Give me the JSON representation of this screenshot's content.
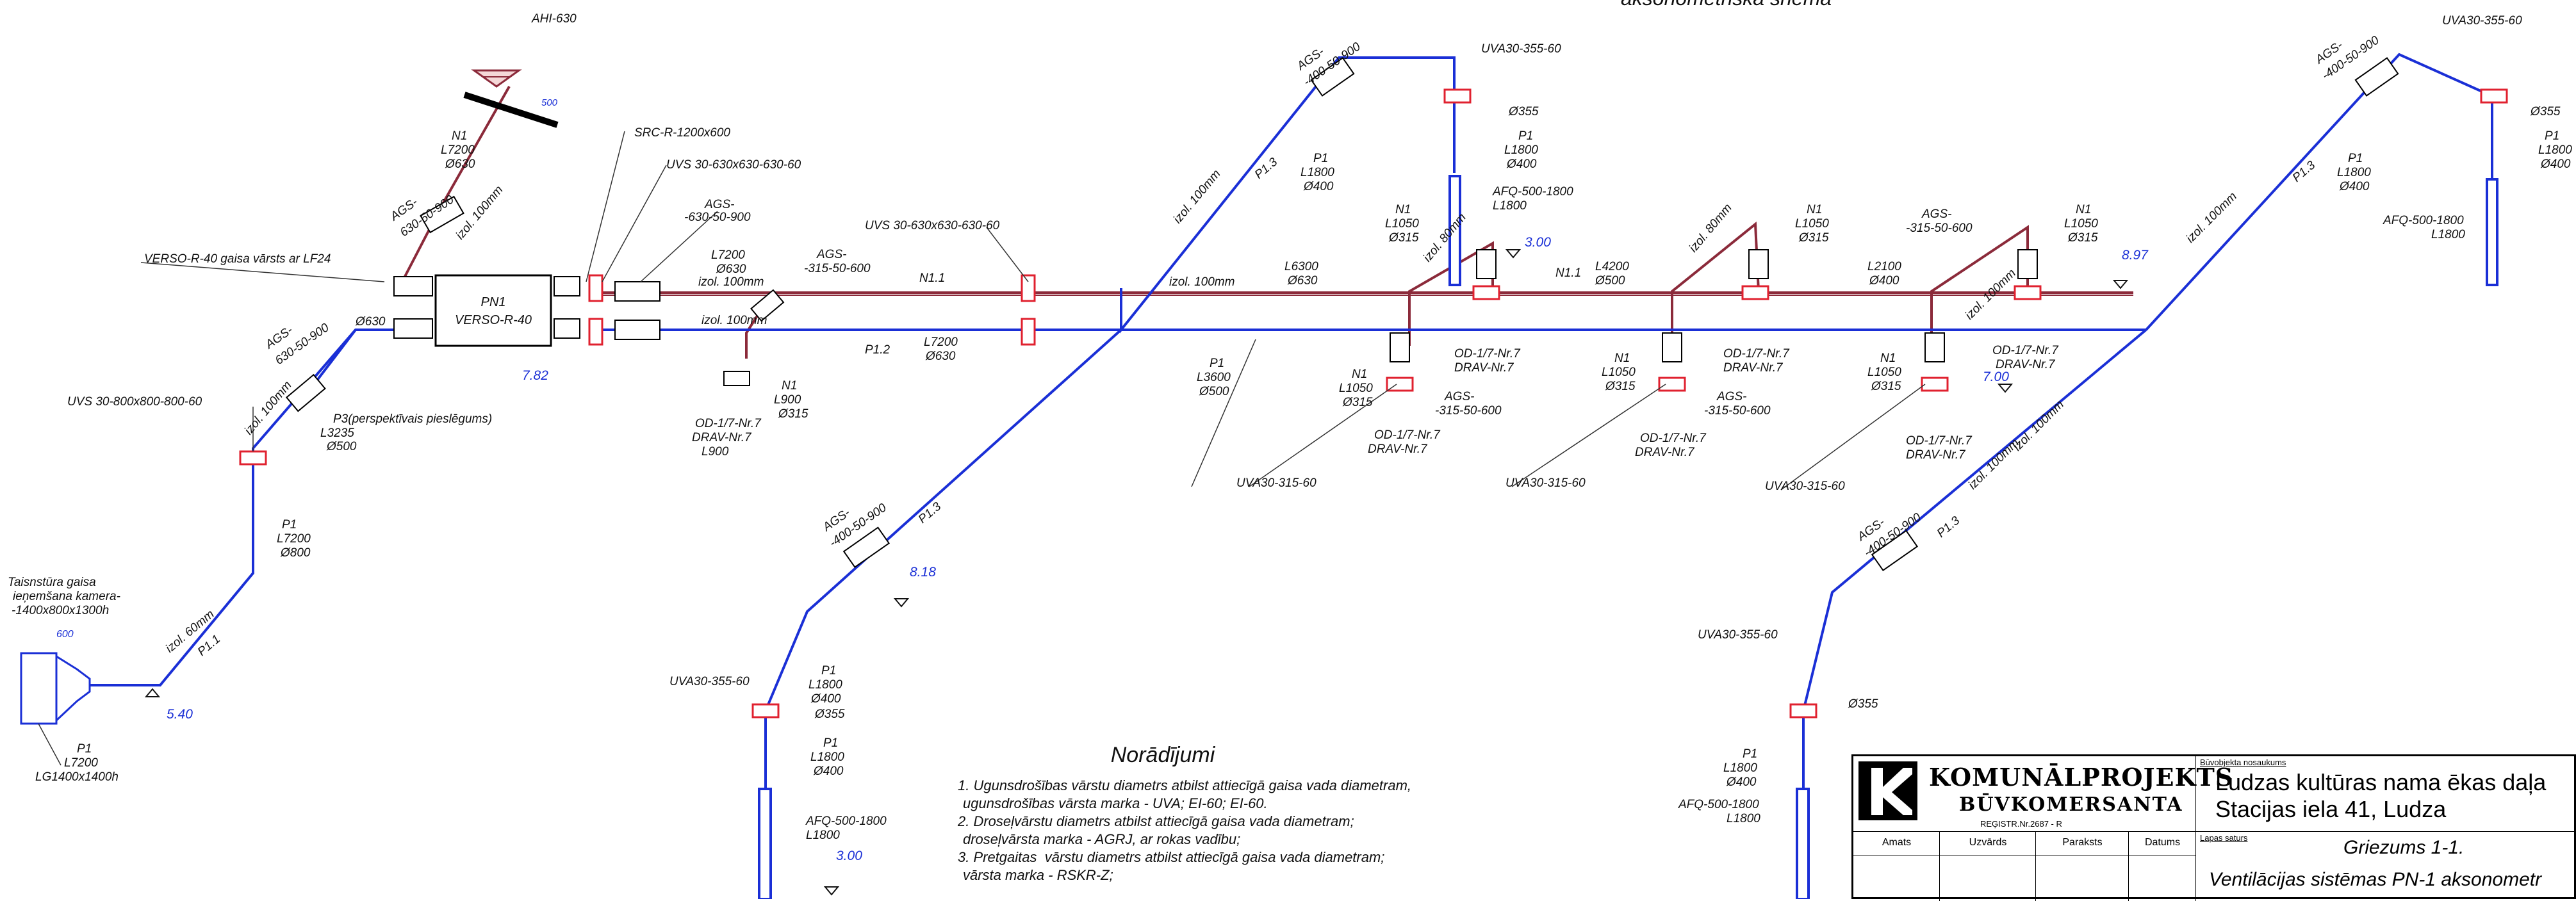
{
  "header": {
    "scheme_title": "aksonometriskā shēma"
  },
  "equipment": {
    "unit_name": "PN1",
    "unit_model": "VERSO-R-40"
  },
  "labels": [
    {
      "id": "ahi",
      "text": "AHI-630"
    },
    {
      "id": "ahi_dim",
      "text": "500"
    },
    {
      "id": "n1a",
      "text": "N1"
    },
    {
      "id": "n1a_l",
      "text": "L7200"
    },
    {
      "id": "n1a_d",
      "text": "Ø630"
    },
    {
      "id": "src",
      "text": "SRC-R-1200x600"
    },
    {
      "id": "uvs1",
      "text": "UVS 30-630x630-630-60"
    },
    {
      "id": "ags_a",
      "text": "AGS-"
    },
    {
      "id": "ags_a2",
      "text": "-630-50-900"
    },
    {
      "id": "ags_v1",
      "text": "AGS-"
    },
    {
      "id": "ags_v1b",
      "text": "630-50-900"
    },
    {
      "id": "izol100a",
      "text": "izol. 100mm"
    },
    {
      "id": "verso",
      "text": "VERSO-R-40 gaisa vārsts ar LF24"
    },
    {
      "id": "d630",
      "text": "Ø630"
    },
    {
      "id": "e782",
      "text": "7.82"
    },
    {
      "id": "uvs2",
      "text": "UVS 30-800x800-800-60"
    },
    {
      "id": "ags_b",
      "text": "AGS-"
    },
    {
      "id": "ags_b2",
      "text": "630-50-900"
    },
    {
      "id": "izol100b",
      "text": "izol. 100mm"
    },
    {
      "id": "p3",
      "text": "P3(perspektīvais pieslēgums)"
    },
    {
      "id": "p3l",
      "text": "L3235"
    },
    {
      "id": "p3d",
      "text": "Ø500"
    },
    {
      "id": "p1a",
      "text": "P1"
    },
    {
      "id": "p1a_l",
      "text": "L7200"
    },
    {
      "id": "p1a_d",
      "text": "Ø800"
    },
    {
      "id": "taisn1",
      "text": "Taisnstūra gaisa"
    },
    {
      "id": "taisn2",
      "text": "ieņemšana kamera-"
    },
    {
      "id": "taisn3",
      "text": "-1400x800x1300h"
    },
    {
      "id": "d600",
      "text": "600"
    },
    {
      "id": "izol60",
      "text": "izol. 60mm"
    },
    {
      "id": "p11a",
      "text": "P1.1"
    },
    {
      "id": "e540",
      "text": "5.40"
    },
    {
      "id": "p1b",
      "text": "P1"
    },
    {
      "id": "p1b_l",
      "text": "L7200"
    },
    {
      "id": "p1b_lg",
      "text": "LG1400x1400h"
    },
    {
      "id": "l7200a",
      "text": "L7200"
    },
    {
      "id": "d630b",
      "text": "Ø630"
    },
    {
      "id": "izol100c",
      "text": "izol. 100mm"
    },
    {
      "id": "ags_c",
      "text": "AGS-"
    },
    {
      "id": "ags_c2",
      "text": "-315-50-600"
    },
    {
      "id": "izol100d",
      "text": "izol. 100mm"
    },
    {
      "id": "n1b",
      "text": "N1"
    },
    {
      "id": "n1b_l",
      "text": "L900"
    },
    {
      "id": "n1b_d",
      "text": "Ø315"
    },
    {
      "id": "od1",
      "text": "OD-1/7-Nr.7"
    },
    {
      "id": "drav1",
      "text": "DRAV-Nr.7"
    },
    {
      "id": "l900",
      "text": "L900"
    },
    {
      "id": "uvs3",
      "text": "UVS 30-630x630-630-60"
    },
    {
      "id": "n11a",
      "text": "N1.1"
    },
    {
      "id": "p12",
      "text": "P1.2"
    },
    {
      "id": "l7200b",
      "text": "L7200"
    },
    {
      "id": "d630c",
      "text": "Ø630"
    },
    {
      "id": "izol100e",
      "text": "izol. 100mm"
    },
    {
      "id": "l6300",
      "text": "L6300"
    },
    {
      "id": "d630d",
      "text": "Ø630"
    },
    {
      "id": "ags_d",
      "text": "AGS-"
    },
    {
      "id": "ags_d2",
      "text": "-400-50-900"
    },
    {
      "id": "uva1",
      "text": "UVA30-355-60"
    },
    {
      "id": "d355a",
      "text": "Ø355"
    },
    {
      "id": "p1c",
      "text": "P1"
    },
    {
      "id": "p1c_l",
      "text": "L1800"
    },
    {
      "id": "p1c_d",
      "text": "Ø400"
    },
    {
      "id": "afq1",
      "text": "AFQ-500-1800"
    },
    {
      "id": "afq1_l",
      "text": "L1800"
    },
    {
      "id": "p13a",
      "text": "P1.3"
    },
    {
      "id": "p1d",
      "text": "P1"
    },
    {
      "id": "p1d_l",
      "text": "L1800"
    },
    {
      "id": "p1d_d",
      "text": "Ø400"
    },
    {
      "id": "izol100f",
      "text": "izol. 100mm"
    },
    {
      "id": "e300a",
      "text": "3.00"
    },
    {
      "id": "n1c",
      "text": "N1"
    },
    {
      "id": "n1c_l",
      "text": "L1050"
    },
    {
      "id": "n1c_d",
      "text": "Ø315"
    },
    {
      "id": "izol80a",
      "text": "izol. 80mm"
    },
    {
      "id": "p1e",
      "text": "P1"
    },
    {
      "id": "p1e_l",
      "text": "L3600"
    },
    {
      "id": "p1e_d",
      "text": "Ø500"
    },
    {
      "id": "n1d",
      "text": "N1"
    },
    {
      "id": "n1d_l",
      "text": "L1050"
    },
    {
      "id": "n1d_d",
      "text": "Ø315"
    },
    {
      "id": "od2",
      "text": "OD-1/7-Nr.7"
    },
    {
      "id": "drav2",
      "text": "DRAV-Nr.7"
    },
    {
      "id": "ags_e",
      "text": "AGS-"
    },
    {
      "id": "ags_e2",
      "text": "-315-50-600"
    },
    {
      "id": "od3",
      "text": "OD-1/7-Nr.7"
    },
    {
      "id": "drav3",
      "text": "DRAV-Nr.7"
    },
    {
      "id": "uva2",
      "text": "UVA30-315-60"
    },
    {
      "id": "n11b",
      "text": "N1.1"
    },
    {
      "id": "l4200",
      "text": "L4200"
    },
    {
      "id": "d500",
      "text": "Ø500"
    },
    {
      "id": "izol80b",
      "text": "izol. 80mm"
    },
    {
      "id": "n1e",
      "text": "N1"
    },
    {
      "id": "n1e_l",
      "text": "L1050"
    },
    {
      "id": "n1e_d",
      "text": "Ø315"
    },
    {
      "id": "n1f",
      "text": "N1"
    },
    {
      "id": "n1f_l",
      "text": "L1050"
    },
    {
      "id": "n1f_d",
      "text": "Ø315"
    },
    {
      "id": "od4",
      "text": "OD-1/7-Nr.7"
    },
    {
      "id": "drav4",
      "text": "DRAV-Nr.7"
    },
    {
      "id": "ags_f",
      "text": "AGS-"
    },
    {
      "id": "ags_f2",
      "text": "-315-50-600"
    },
    {
      "id": "od5",
      "text": "OD-1/7-Nr.7"
    },
    {
      "id": "drav5",
      "text": "DRAV-Nr.7"
    },
    {
      "id": "uva3",
      "text": "UVA30-315-60"
    },
    {
      "id": "ags_g",
      "text": "AGS-"
    },
    {
      "id": "ags_g2",
      "text": "-315-50-600"
    },
    {
      "id": "n1g",
      "text": "N1"
    },
    {
      "id": "n1g_l",
      "text": "L1050"
    },
    {
      "id": "n1g_d",
      "text": "Ø315"
    },
    {
      "id": "l2100",
      "text": "L2100"
    },
    {
      "id": "d400",
      "text": "Ø400"
    },
    {
      "id": "izol100g",
      "text": "izol. 100mm"
    },
    {
      "id": "e897",
      "text": "8.97"
    },
    {
      "id": "n1h",
      "text": "N1"
    },
    {
      "id": "n1h_l",
      "text": "L1050"
    },
    {
      "id": "n1h_d",
      "text": "Ø315"
    },
    {
      "id": "od6",
      "text": "OD-1/7-Nr.7"
    },
    {
      "id": "drav6",
      "text": "DRAV-Nr.7"
    },
    {
      "id": "e700",
      "text": "7.00"
    },
    {
      "id": "od7",
      "text": "OD-1/7-Nr.7"
    },
    {
      "id": "drav7",
      "text": "DRAV-Nr.7"
    },
    {
      "id": "uva4",
      "text": "UVA30-315-60"
    },
    {
      "id": "izol100h",
      "text": "izol. 100mm"
    },
    {
      "id": "izol100i",
      "text": "izol. 100mm"
    },
    {
      "id": "ags_h",
      "text": "AGS-"
    },
    {
      "id": "ags_h2",
      "text": "-400-50-900"
    },
    {
      "id": "p13b",
      "text": "P1.3"
    },
    {
      "id": "e818",
      "text": "8.18"
    },
    {
      "id": "uva5",
      "text": "UVA30-355-60"
    },
    {
      "id": "p1f",
      "text": "P1"
    },
    {
      "id": "p1f_l",
      "text": "L1800"
    },
    {
      "id": "p1f_d",
      "text": "Ø400"
    },
    {
      "id": "d355b",
      "text": "Ø355"
    },
    {
      "id": "p1g",
      "text": "P1"
    },
    {
      "id": "p1g_l",
      "text": "L1800"
    },
    {
      "id": "p1g_d",
      "text": "Ø400"
    },
    {
      "id": "afq2",
      "text": "AFQ-500-1800"
    },
    {
      "id": "afq2_l",
      "text": "L1800"
    },
    {
      "id": "e300b",
      "text": "3.00"
    },
    {
      "id": "ags_i",
      "text": "AGS-"
    },
    {
      "id": "ags_i2",
      "text": "-400-50-900"
    },
    {
      "id": "p13c",
      "text": "P1.3"
    },
    {
      "id": "izol100j",
      "text": "izol. 100mm"
    },
    {
      "id": "uva6",
      "text": "UVA30-355-60"
    },
    {
      "id": "d355c",
      "text": "Ø355"
    },
    {
      "id": "p1h",
      "text": "P1"
    },
    {
      "id": "p1h_l",
      "text": "L1800"
    },
    {
      "id": "p1h_d",
      "text": "Ø400"
    },
    {
      "id": "afq3",
      "text": "AFQ-500-1800"
    },
    {
      "id": "afq3_l",
      "text": "L1800"
    },
    {
      "id": "ags_j",
      "text": "AGS-"
    },
    {
      "id": "ags_j2",
      "text": "-400-50-900"
    },
    {
      "id": "p13d",
      "text": "P1.3"
    },
    {
      "id": "p1i",
      "text": "P1"
    },
    {
      "id": "p1i_l",
      "text": "L1800"
    },
    {
      "id": "p1i_d",
      "text": "Ø400"
    },
    {
      "id": "uva7",
      "text": "UVA30-355-60"
    },
    {
      "id": "d355d",
      "text": "Ø355"
    },
    {
      "id": "p1j",
      "text": "P1"
    },
    {
      "id": "p1j_l",
      "text": "L1800"
    },
    {
      "id": "p1j_d",
      "text": "Ø400"
    },
    {
      "id": "afq4",
      "text": "AFQ-500-1800"
    },
    {
      "id": "afq4_l",
      "text": "L1800"
    }
  ],
  "notes": {
    "title": "Norādījumi",
    "lines": [
      "1. Ugunsdrošības vārstu diametrs atbilst attiecīgā gaisa vada diametram,",
      "ugunsdrošības vārsta marka - UVA; EI-60; EI-60.",
      "2. Droseļvārstu diametrs atbilst attiecīgā gaisa vada diametram;",
      "droseļvārsta marka - AGRJ, ar rokas vadību;",
      "3. Pretgaitas  vārstu diametrs atbilst attiecīgā gaisa vada diametram;",
      "vārsta marka - RSKR-Z;"
    ]
  },
  "title_block": {
    "company1": "KOMUNĀLPROJEKTS",
    "company2": "BŪVKOMERSANTA",
    "registration": "REĢISTR.Nr.2687 - R",
    "col_amats": "Amats",
    "col_uzvards": "Uzvārds",
    "col_paraksts": "Paraksts",
    "col_datums": "Datums",
    "object_caption": "Būvobjekta  nosaukums",
    "object_line1": "Ludzas  kultūras nama ēkas daļa",
    "object_line2": "Stacijas  iela  41, Ludza",
    "sheet_caption": "Lapas saturs",
    "sheet_line1": "Griezums 1-1.",
    "sheet_line2": "Ventilācijas sistēmas PN-1 aksonometr"
  },
  "colors": {
    "supply_duct": "#1a2fd6",
    "exhaust_duct": "#8b2a3a",
    "fire_damper": "#e0212f",
    "label": "#111111",
    "elevation": "#1a2fd6"
  }
}
